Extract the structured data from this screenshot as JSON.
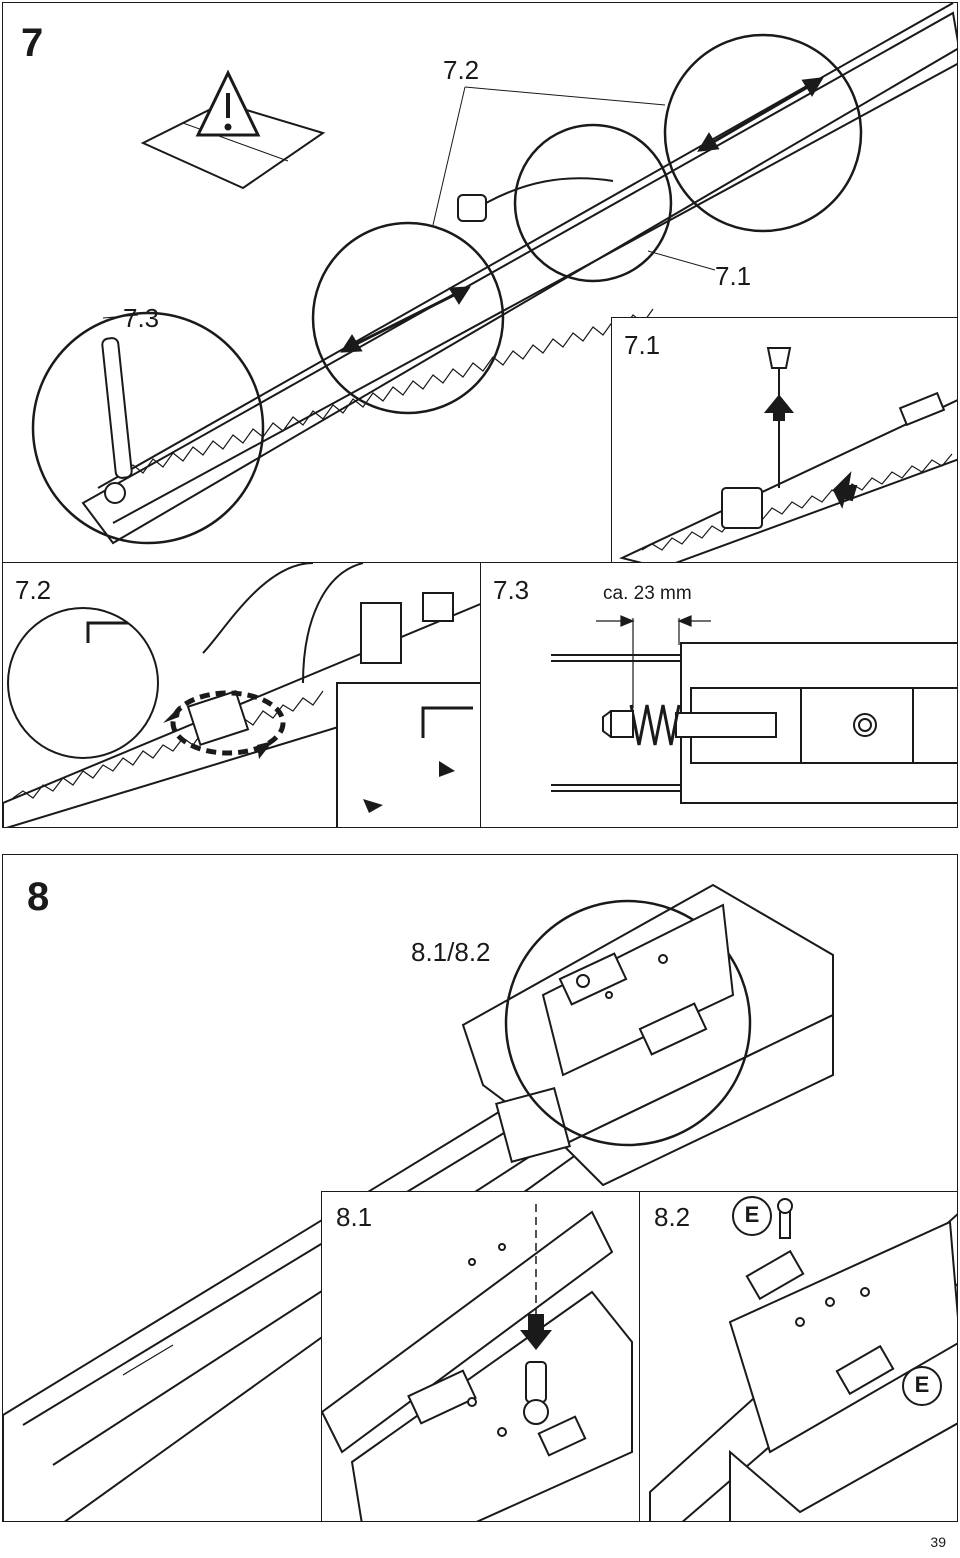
{
  "step7": {
    "number": "7",
    "callout_7_2": "7.2",
    "callout_7_3": "7.3",
    "callout_7_1": "7.1",
    "inset_7_1_title": "7.1"
  },
  "step7_bottom": {
    "panel_7_2_title": "7.2",
    "panel_7_3_title": "7.3",
    "dimension_label": "ca. 23 mm"
  },
  "step8": {
    "number": "8",
    "callout_8_1_8_2": "8.1/8.2",
    "panel_8_1_title": "8.1",
    "panel_8_2_title": "8.2",
    "part_label_top": "E",
    "part_label_bottom": "E"
  },
  "page": {
    "number": "39"
  }
}
